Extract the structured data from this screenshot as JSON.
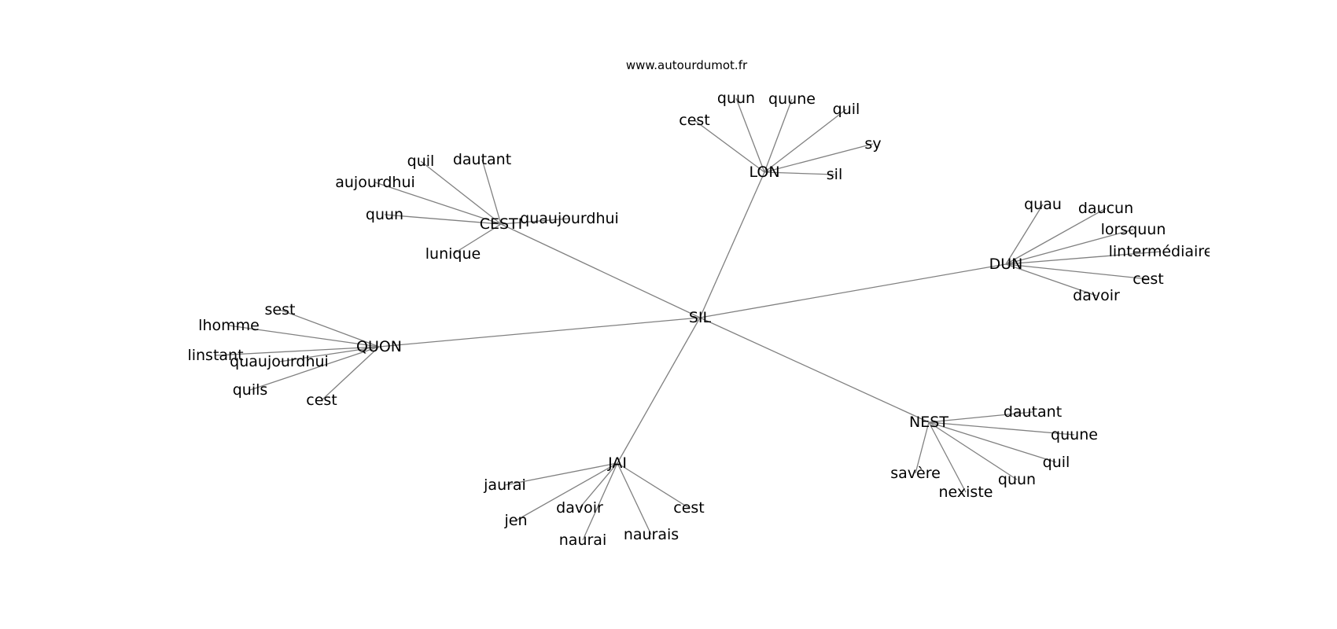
{
  "diagram": {
    "source": "www.autourdumot.fr",
    "edge_color": "#808080",
    "text_color": "#000000",
    "center": "SIL",
    "hubs": [
      {
        "label": "LON",
        "leaves": [
          "cest",
          "quun",
          "quune",
          "quil",
          "sy",
          "sil"
        ]
      },
      {
        "label": "CESTI",
        "leaves": [
          "quil",
          "dautant",
          "aujourdhui",
          "quun",
          "quaujourdhui",
          "lunique"
        ]
      },
      {
        "label": "DUN",
        "leaves": [
          "quau",
          "daucun",
          "lorsquun",
          "lintermédiaire",
          "cest",
          "davoir"
        ]
      },
      {
        "label": "QUON",
        "leaves": [
          "sest",
          "lhomme",
          "linstant",
          "quaujourdhui",
          "quils",
          "cest"
        ]
      },
      {
        "label": "NEST",
        "leaves": [
          "dautant",
          "quune",
          "quil",
          "quun",
          "nexiste",
          "savère"
        ]
      },
      {
        "label": "JAI",
        "leaves": [
          "jaurai",
          "jen",
          "davoir",
          "naurai",
          "naurais",
          "cest"
        ]
      }
    ]
  }
}
